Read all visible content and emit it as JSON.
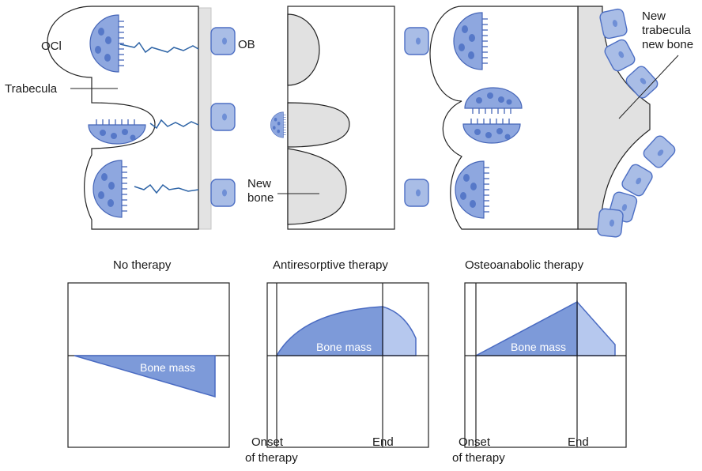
{
  "labels": {
    "ocl": "OCl",
    "ob": "OB",
    "trabecula": "Trabecula",
    "new_bone_1": "New",
    "new_bone_2": "bone",
    "new_trabecula_1": "New",
    "new_trabecula_2": "trabecula",
    "new_trabecula_3": "new bone"
  },
  "panels": [
    {
      "title": "No therapy",
      "area_label": "Bone mass"
    },
    {
      "title": "Antiresorptive therapy",
      "area_label": "Bone mass",
      "x_label_onset_1": "Onset",
      "x_label_onset_2": "of therapy",
      "x_label_end": "End"
    },
    {
      "title": "Osteoanabolic therapy",
      "area_label": "Bone mass",
      "x_label_onset_1": "Onset",
      "x_label_onset_2": "of therapy",
      "x_label_end": "End"
    }
  ],
  "colors": {
    "cell_fill": "#a9bde6",
    "cell_outline": "#4d6fc4",
    "area_dark": "#7d9ad9",
    "area_light": "#b6c8ee",
    "canal": "#2e64a6",
    "new_bone": "#e1e1e1"
  }
}
